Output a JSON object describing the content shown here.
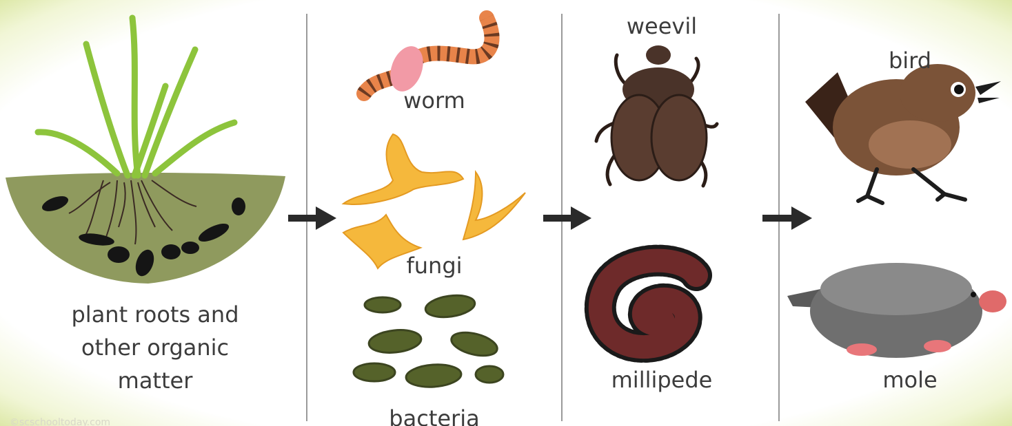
{
  "labels": {
    "plant": [
      "plant roots and",
      "other organic",
      "matter"
    ],
    "worm": "worm",
    "fungi": "fungi",
    "bacteria": "bacteria",
    "weevil": "weevil",
    "millipede": "millipede",
    "bird": "bird",
    "mole": "mole"
  },
  "watermark": "©scschooltoday.com",
  "colors": {
    "soil": "#8f9a5e",
    "grass": "#8dc43c",
    "worm_stripe": "#e8844a",
    "worm_pink": "#f29aa6",
    "fungi": "#f5b83c",
    "bacteria": "#55622a",
    "beetle": "#4a3329",
    "millipede": "#6e2a2a",
    "bird": "#7b5338",
    "mole": "#6f6f6f",
    "arrow": "#2a2a2a"
  },
  "icons": [
    "soil-with-roots",
    "worm",
    "fungi",
    "bacteria",
    "weevil",
    "millipede",
    "bird",
    "mole",
    "arrow-right"
  ]
}
